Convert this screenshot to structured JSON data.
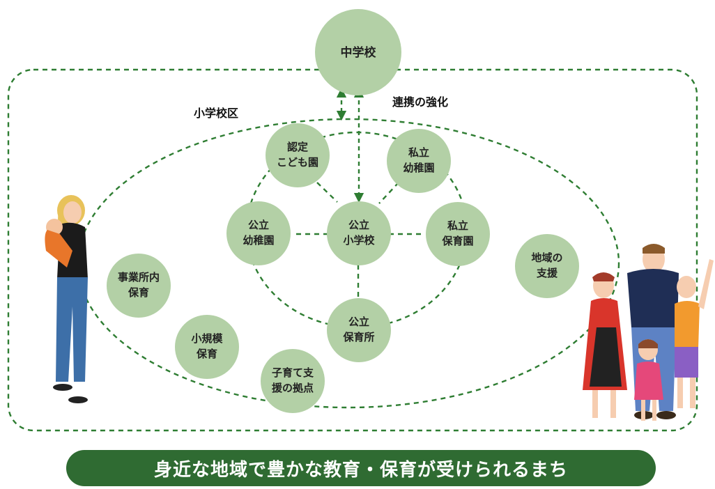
{
  "nodes": {
    "junior_high": "中学校",
    "nintei": [
      "認定",
      "こども園"
    ],
    "shiritsu_youchien": [
      "私立",
      "幼稚園"
    ],
    "kouritsu_youchien": [
      "公立",
      "幼稚園"
    ],
    "kouritsu_shougakkou": [
      "公立",
      "小学校"
    ],
    "shiritsu_hoikuen": [
      "私立",
      "保育園"
    ],
    "kouritsu_hoikusho": [
      "公立",
      "保育所"
    ],
    "jigyousho": [
      "事業所内",
      "保育"
    ],
    "shoukibo": [
      "小規模",
      "保育"
    ],
    "kosodate": [
      "子育て支",
      "援の拠点"
    ],
    "chiiki": [
      "地域の",
      "支援"
    ]
  },
  "labels": {
    "district": "小学校区",
    "cooperation": "連携の強化"
  },
  "banner": "身近な地域で豊かな教育・保育が受けられるまち",
  "colors": {
    "node_fill": "#b3d0a6",
    "dash": "#2e7d32",
    "banner_bg": "#2f6b32"
  }
}
